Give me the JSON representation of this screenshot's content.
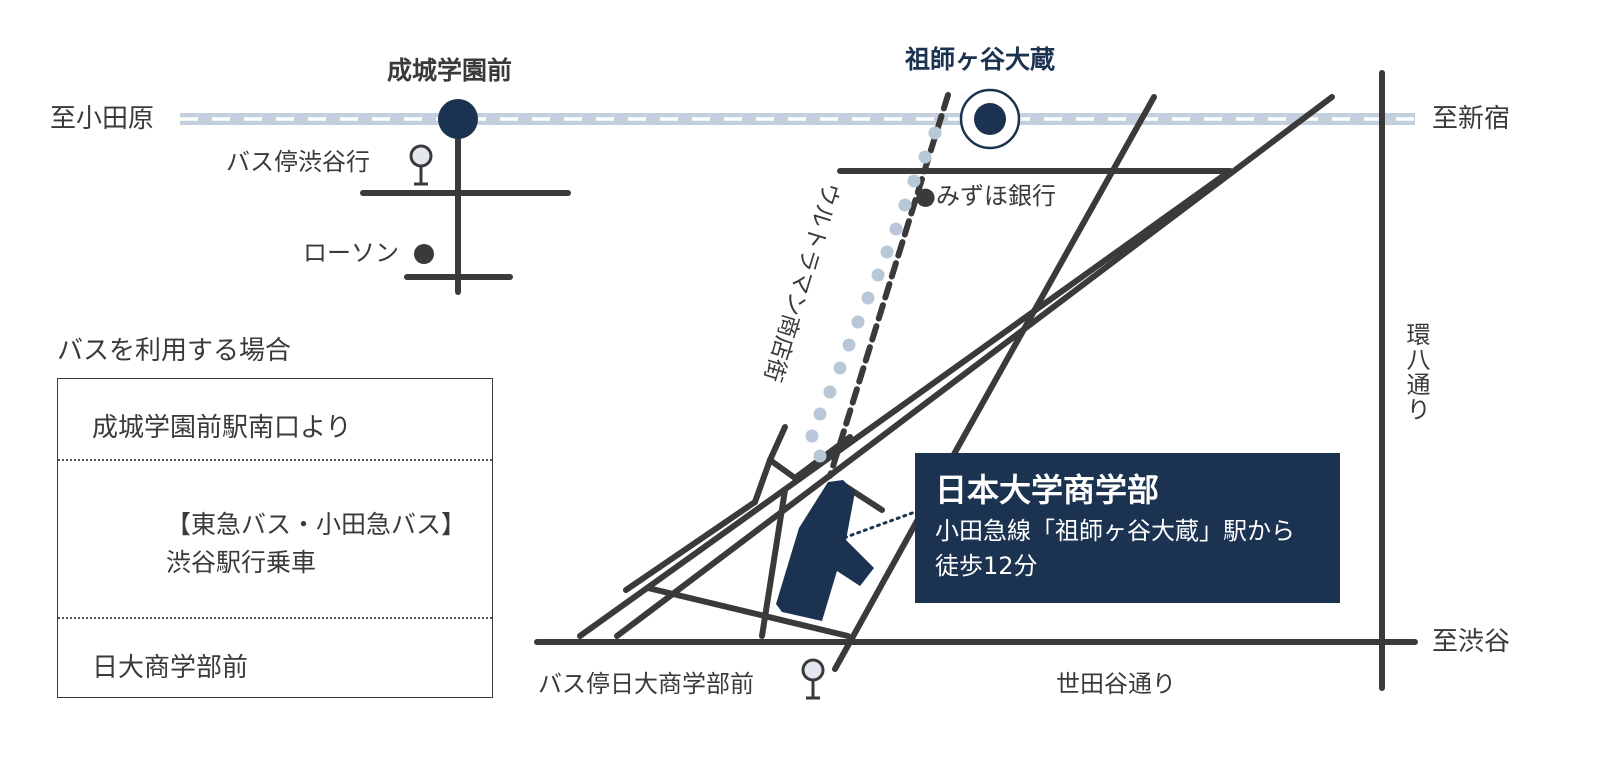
{
  "colors": {
    "navy": "#1b3351",
    "road": "#3a3a3a",
    "rail": "#c3cfdd",
    "text": "#3a3a3a"
  },
  "stations": {
    "seijo": "成城学園前",
    "soshigaya": "祖師ヶ谷大蔵"
  },
  "directions": {
    "odawara": "至小田原",
    "shinjuku": "至新宿",
    "shibuya": "至渋谷"
  },
  "landmarks": {
    "bus_stop_shibuya": "バス停渋谷行",
    "lawson": "ローソン",
    "mizuho": "●みずほ銀行",
    "ultraman_street": "ウルトラマン商店街",
    "kanpachi": "環八通り",
    "setagaya_dori": "世田谷通り",
    "bus_stop_nichidai": "バス停日大商学部前"
  },
  "bus_panel": {
    "heading": "バスを利用する場合",
    "from": "成城学園前駅南口より",
    "lines": "【東急バス・小田急バス】",
    "ride": "渋谷駅行乗車",
    "to": "日大商学部前"
  },
  "callout": {
    "title": "日本大学商学部",
    "line1": "小田急線「祖師ヶ谷大蔵」駅から",
    "line2": "徒歩12分"
  },
  "icons": [
    "station-dot-icon",
    "station-ring-icon",
    "bus-stop-icon",
    "landmark-dot-icon",
    "down-arrow-icon",
    "campus-shape-icon"
  ]
}
